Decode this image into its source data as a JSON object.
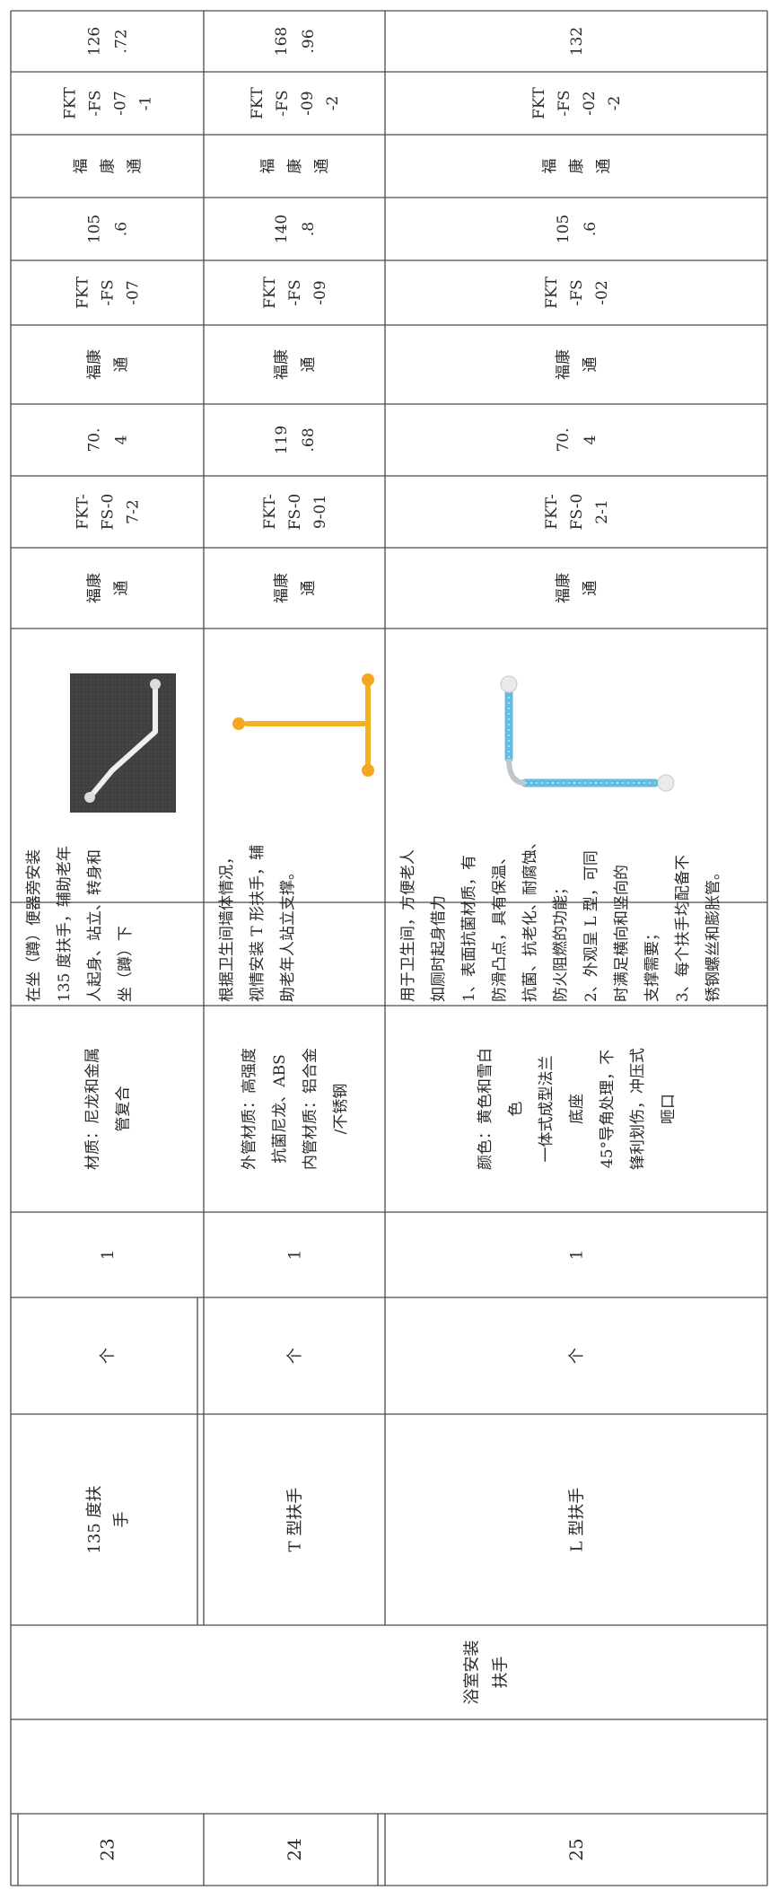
{
  "table": {
    "rows": [
      {
        "no": "23",
        "name": [
          "135 度扶",
          "手"
        ],
        "unit": "个",
        "qty": "1",
        "material": [
          "材质：尼龙和金属",
          "管复合"
        ],
        "description": [
          "在坐（蹲）便器旁安装",
          "135 度扶手，辅助老年",
          "人起身、站立、转身和",
          "坐（蹲）下"
        ],
        "photo": "grab-bar-135-photo",
        "quotes": [
          {
            "brand": [
              "福康",
              "通"
            ],
            "model": [
              "FKT-",
              "FS-0",
              "7-2"
            ],
            "price": [
              "70.",
              "4"
            ]
          },
          {
            "brand": [
              "福康",
              "通"
            ],
            "model": [
              "FKT",
              "-FS",
              "-07"
            ],
            "price": [
              "105",
              ".6"
            ]
          },
          {
            "brand": [
              "福",
              "康",
              "通"
            ],
            "model": [
              "FKT",
              "-FS",
              "-07",
              "-1"
            ],
            "price": [
              "126",
              ".72"
            ]
          }
        ]
      },
      {
        "no": "24",
        "name": [
          "T 型扶手"
        ],
        "unit": "个",
        "qty": "1",
        "material": [
          "外管材质：高强度",
          "抗菌尼龙、ABS",
          "内管材质：铝合金",
          "/不锈钢"
        ],
        "description": [
          "根据卫生间墙体情况，",
          "视情安装 T 形扶手，辅",
          "助老年人站立支撑。"
        ],
        "photo": "t-grab-bar-photo",
        "quotes": [
          {
            "brand": [
              "福康",
              "通"
            ],
            "model": [
              "FKT-",
              "FS-0",
              "9-01"
            ],
            "price": [
              "119",
              ".68"
            ]
          },
          {
            "brand": [
              "福康",
              "通"
            ],
            "model": [
              "FKT",
              "-FS",
              "-09"
            ],
            "price": [
              "140",
              ".8"
            ]
          },
          {
            "brand": [
              "福",
              "康",
              "通"
            ],
            "model": [
              "FKT",
              "-FS",
              "-09",
              "-2"
            ],
            "price": [
              "168",
              ".96"
            ]
          }
        ]
      },
      {
        "no": "25",
        "name": [
          "L 型扶手"
        ],
        "unit": "个",
        "qty": "1",
        "material": [
          "颜色：黄色和雪白",
          "色",
          "一体式成型法兰",
          "底座",
          "45°导角处理，不",
          "锋利划伤，冲压式",
          "咂口"
        ],
        "description": [
          "用于卫生间，方便老人",
          "如厕时起身借力",
          "1、表面抗菌材质，有",
          "防滑凸点，具有保温、",
          "抗菌、抗老化、耐腐蚀、",
          "防火阻燃的功能；",
          "2、外观呈 L 型，可同",
          "时满足横向和竖向的",
          "支撑需要；",
          "3、每个扶手均配备不",
          "锈钢螺丝和膨胀管。"
        ],
        "photo": "l-grab-bar-photo",
        "quotes": [
          {
            "brand": [
              "福康",
              "通"
            ],
            "model": [
              "FKT-",
              "FS-0",
              "2-1"
            ],
            "price": [
              "70.",
              "4"
            ]
          },
          {
            "brand": [
              "福康",
              "通"
            ],
            "model": [
              "FKT",
              "-FS",
              "-02"
            ],
            "price": [
              "105",
              ".6"
            ]
          },
          {
            "brand": [
              "福",
              "康",
              "通"
            ],
            "model": [
              "FKT",
              "-FS",
              "-02",
              "-2"
            ],
            "price": [
              "132"
            ]
          }
        ]
      }
    ],
    "category": [
      "浴室安装",
      "扶手"
    ]
  },
  "colors": {
    "yellow": "#f2b320",
    "blue": "#6fc3e4",
    "photo_bg": "#3f3f3f"
  }
}
